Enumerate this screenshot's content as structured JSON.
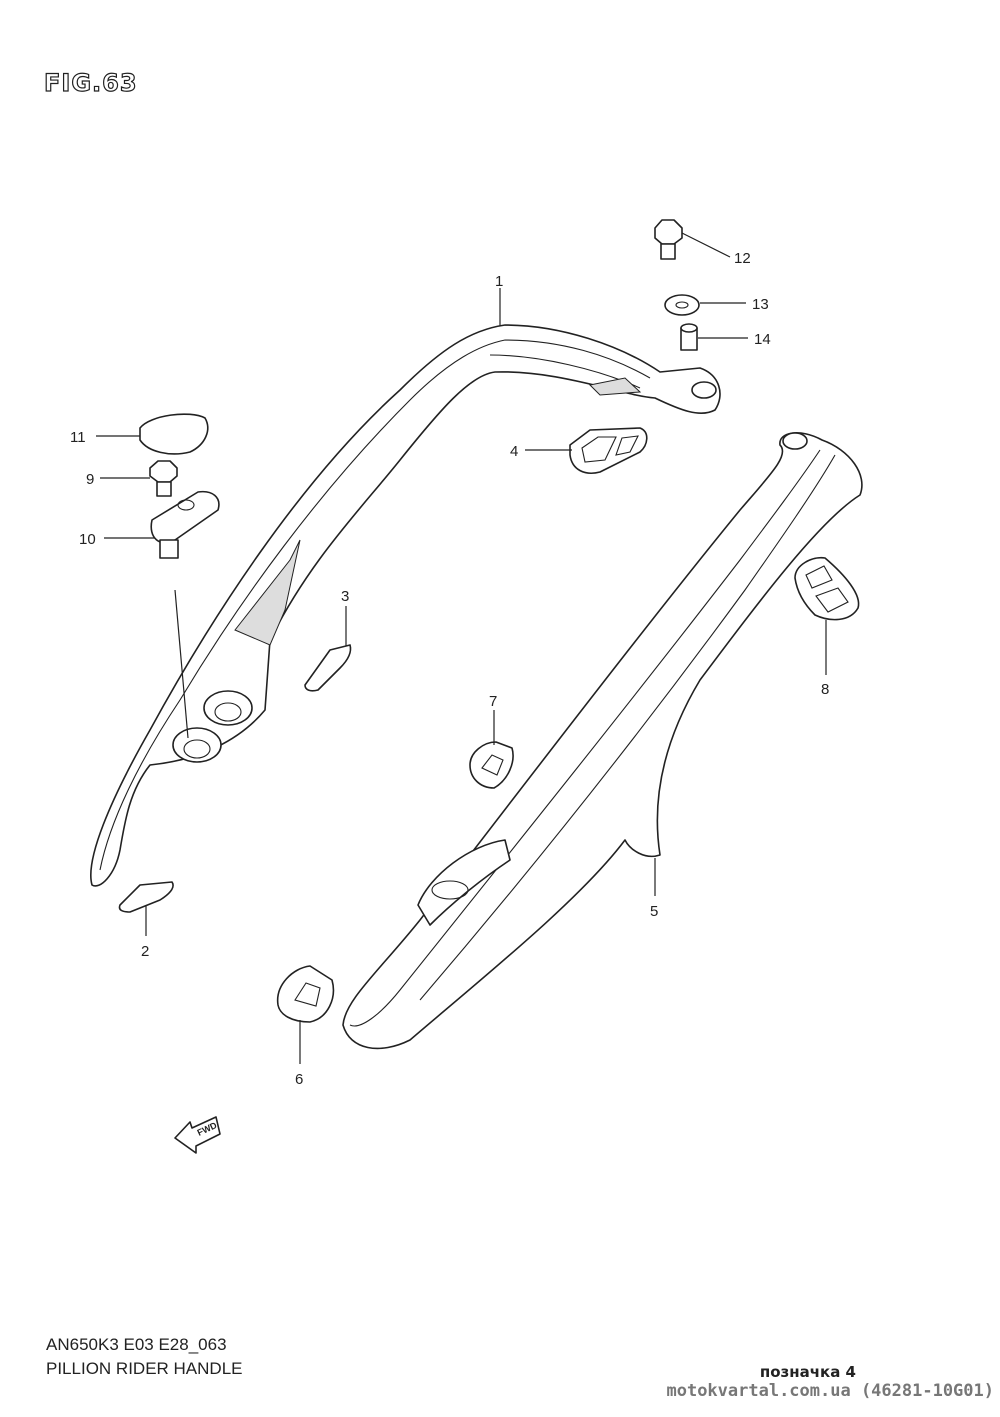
{
  "figure": {
    "title": "FIG.63",
    "fwd_label": "FWD"
  },
  "callouts": {
    "p1": "1",
    "p2": "2",
    "p3": "3",
    "p4": "4",
    "p5": "5",
    "p6": "6",
    "p7": "7",
    "p8": "8",
    "p9": "9",
    "p10": "10",
    "p11": "11",
    "p12": "12",
    "p13": "13",
    "p14": "14"
  },
  "footer": {
    "model_code": "AN650K3 E03 E28_063",
    "section_title": "PILLION RIDER HANDLE",
    "badge": "позначка 4",
    "site": "motokvartal.com.ua (46281-10G01)"
  }
}
